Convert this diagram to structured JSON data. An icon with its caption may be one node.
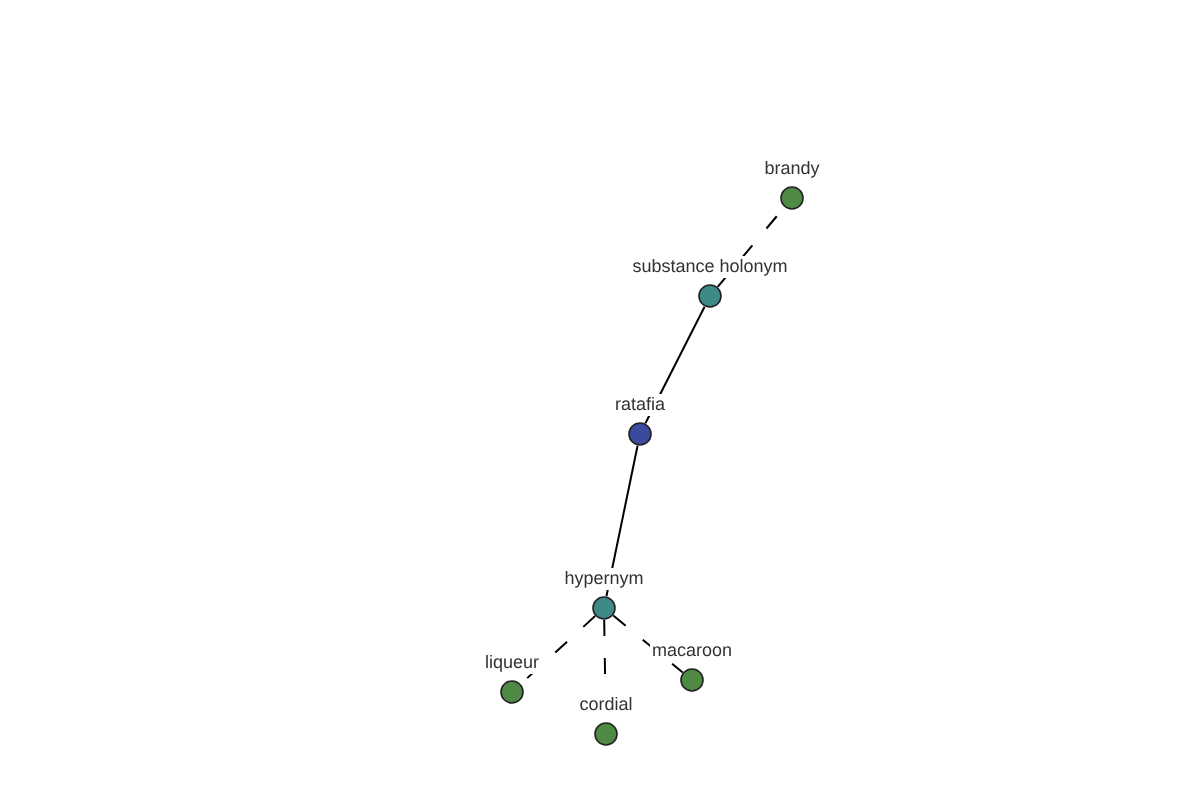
{
  "diagram": {
    "nodes": [
      {
        "text": [
          "brandy"
        ]
      },
      {
        "text": [
          "substance holonym"
        ]
      },
      {
        "text": [
          "ratafia"
        ]
      },
      {
        "text": [
          "hypernym"
        ]
      },
      {
        "text": [
          "macaroon"
        ]
      },
      {
        "text": [
          "liqueur"
        ]
      },
      {
        "text": [
          "cordial"
        ]
      }
    ],
    "edges": [
      {
        "from": 1,
        "to": 0,
        "arrow": "none",
        "style": "dashed"
      },
      {
        "from": 2,
        "to": 1,
        "arrow": "none"
      },
      {
        "from": 2,
        "to": 3,
        "arrow": "none"
      },
      {
        "from": 3,
        "to": 5,
        "arrow": "none",
        "style": "dashed"
      },
      {
        "from": 3,
        "to": 6,
        "arrow": "none",
        "style": "dashed"
      },
      {
        "from": 3,
        "to": 4,
        "arrow": "none",
        "style": "dashed"
      }
    ]
  }
}
